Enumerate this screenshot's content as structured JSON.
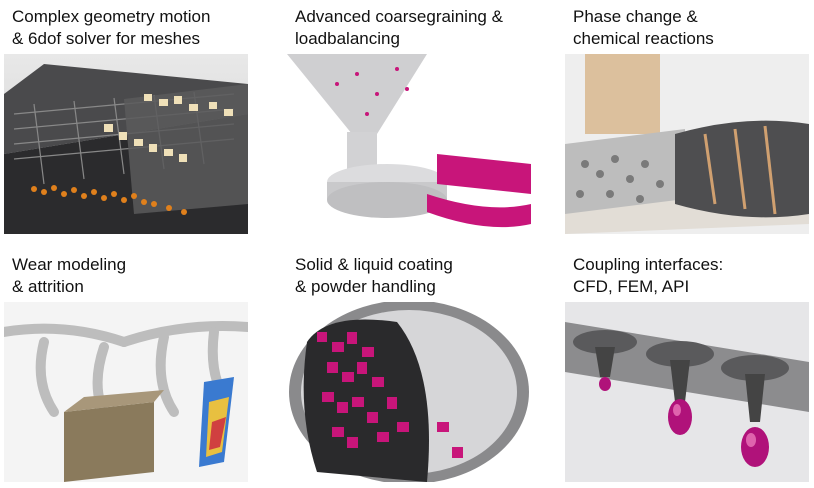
{
  "tiles": [
    {
      "lines": [
        "Complex geometry motion",
        "& 6dof solver for meshes"
      ],
      "illustration": "sieve-conveyor-particles"
    },
    {
      "lines": [
        "Advanced coarsegraining &",
        "loadbalancing"
      ],
      "illustration": "hopper-funnel"
    },
    {
      "lines": [
        "Phase change &",
        "chemical reactions"
      ],
      "illustration": "rotary-kiln"
    },
    {
      "lines": [
        "Wear modeling",
        "& attrition"
      ],
      "illustration": "mixing-paddles"
    },
    {
      "lines": [
        "Solid & liquid coating",
        "& powder handling"
      ],
      "illustration": "coating-drum"
    },
    {
      "lines": [
        "Coupling interfaces:",
        "CFD, FEM, API"
      ],
      "illustration": "funnels-droplets"
    }
  ],
  "colors": {
    "particle_orange": "#e0801c",
    "particle_cream": "#efe0b8",
    "magenta": "#c8157a",
    "steel": "#9a9a9c"
  }
}
